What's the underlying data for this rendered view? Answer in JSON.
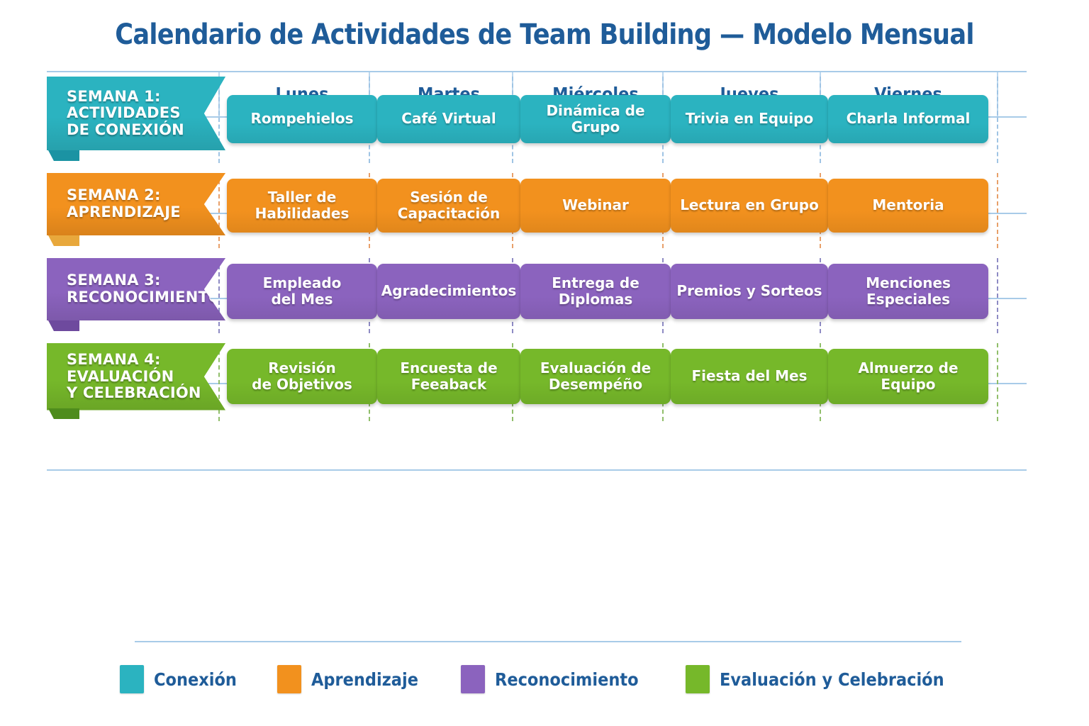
{
  "title": "Calendario de Actividades de Team Building — Modelo Mensual",
  "colors": {
    "title_blue": "#1F5C99",
    "rule_blue": "#A8CBE8",
    "conexion": "#2BB3C0",
    "aprendizaje": "#F2911E",
    "reconocimiento": "#8B63BE",
    "evaluacion": "#76B82A"
  },
  "header": {
    "corner_label": "",
    "days": [
      "Lunes",
      "Martes",
      "Miércoles",
      "Jueves",
      "Viernes"
    ]
  },
  "weeks": [
    {
      "banner_lines": [
        "SEMANA 1:",
        "ACTIVIDADES",
        "DE CONEXIÓN"
      ],
      "color": "#2BB3C0",
      "color_dark": "#1B93A3",
      "dash_color": "#9FC4E4",
      "activities": [
        {
          "lines": [
            "Rompehielos"
          ]
        },
        {
          "lines": [
            "Café Virtual"
          ]
        },
        {
          "lines": [
            "Dinámica de Grupo"
          ]
        },
        {
          "lines": [
            "Trivia en Equipo"
          ]
        },
        {
          "lines": [
            "Charla Informal"
          ]
        }
      ]
    },
    {
      "banner_lines": [
        "SEMANA 2:",
        "APRENDIZAJE"
      ],
      "color": "#F2911E",
      "color_dark": "#E8A83C",
      "dash_color": "#E8A06A",
      "activities": [
        {
          "lines": [
            "Taller de",
            "Habilidades"
          ]
        },
        {
          "lines": [
            "Sesión de",
            "Capacitación"
          ]
        },
        {
          "lines": [
            "Webinar"
          ]
        },
        {
          "lines": [
            "Lectura en Grupo"
          ]
        },
        {
          "lines": [
            "Mentoria"
          ]
        }
      ]
    },
    {
      "banner_lines": [
        "SEMANA 3:",
        "RECONOCIMIENTO"
      ],
      "color": "#8B63BE",
      "color_dark": "#6E4A9E",
      "dash_color": "#8E8BC4",
      "activities": [
        {
          "lines": [
            "Empleado",
            "del Mes"
          ]
        },
        {
          "lines": [
            "Agradecimientos"
          ]
        },
        {
          "lines": [
            "Entrega de",
            "Diplomas"
          ]
        },
        {
          "lines": [
            "Premios y Sorteos"
          ]
        },
        {
          "lines": [
            "Menciones",
            "Especiales"
          ]
        }
      ]
    },
    {
      "banner_lines": [
        "SEMANA 4:",
        "EVALUACIÓN",
        "Y CELEBRACIÓN"
      ],
      "color": "#76B82A",
      "color_dark": "#4E8C1C",
      "dash_color": "#90BE6A",
      "activities": [
        {
          "lines": [
            "Revisión",
            "de Objetivos"
          ]
        },
        {
          "lines": [
            "Encuesta de",
            "Feeaback"
          ]
        },
        {
          "lines": [
            "Evaluación de",
            "Desempéño"
          ]
        },
        {
          "lines": [
            "Fiesta del Mes"
          ]
        },
        {
          "lines": [
            "Almuerzo de",
            "Equipo"
          ]
        }
      ]
    }
  ],
  "legend": {
    "items": [
      {
        "label": "Conexión",
        "color": "#2BB3C0"
      },
      {
        "label": "Aprendizaje",
        "color": "#F2911E"
      },
      {
        "label": "Reconocimiento",
        "color": "#8B63BE"
      },
      {
        "label": "Evaluación y Celebración",
        "color": "#76B82A"
      }
    ]
  }
}
